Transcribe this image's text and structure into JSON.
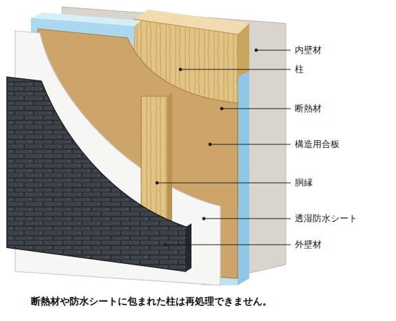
{
  "diagram": {
    "caption": "断熱材や防水シートに包まれた柱は再処理できません。",
    "labels": [
      "内壁材",
      "柱",
      "断熱材",
      "構造用合板",
      "胴縁",
      "透湿防水シート",
      "外壁材"
    ]
  }
}
